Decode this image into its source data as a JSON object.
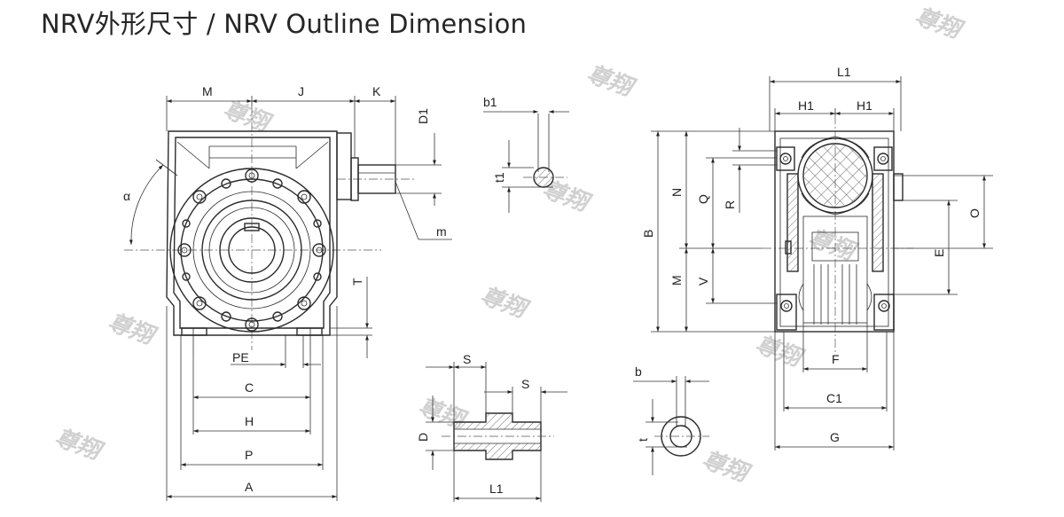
{
  "title": "NRV外形尺寸 / NRV Outline Dimension",
  "watermark": "尊翔",
  "labels": {
    "front": {
      "M": "M",
      "J": "J",
      "K": "K",
      "D1": "D1",
      "alpha": "α",
      "m": "m",
      "T": "T",
      "PE": "PE",
      "C": "C",
      "H": "H",
      "P": "P",
      "A": "A"
    },
    "key_top": {
      "b1": "b1",
      "t1": "t1"
    },
    "sleeve": {
      "S1": "S",
      "S2": "S",
      "D": "D",
      "L1": "L1"
    },
    "key_bottom": {
      "b": "b",
      "t": "t"
    },
    "side": {
      "L1": "L1",
      "H1a": "H1",
      "H1b": "H1",
      "B": "B",
      "N": "N",
      "Q": "Q",
      "R": "R",
      "M": "M",
      "V": "V",
      "O": "O",
      "E": "E",
      "F": "F",
      "C1": "C1",
      "G": "G"
    }
  }
}
